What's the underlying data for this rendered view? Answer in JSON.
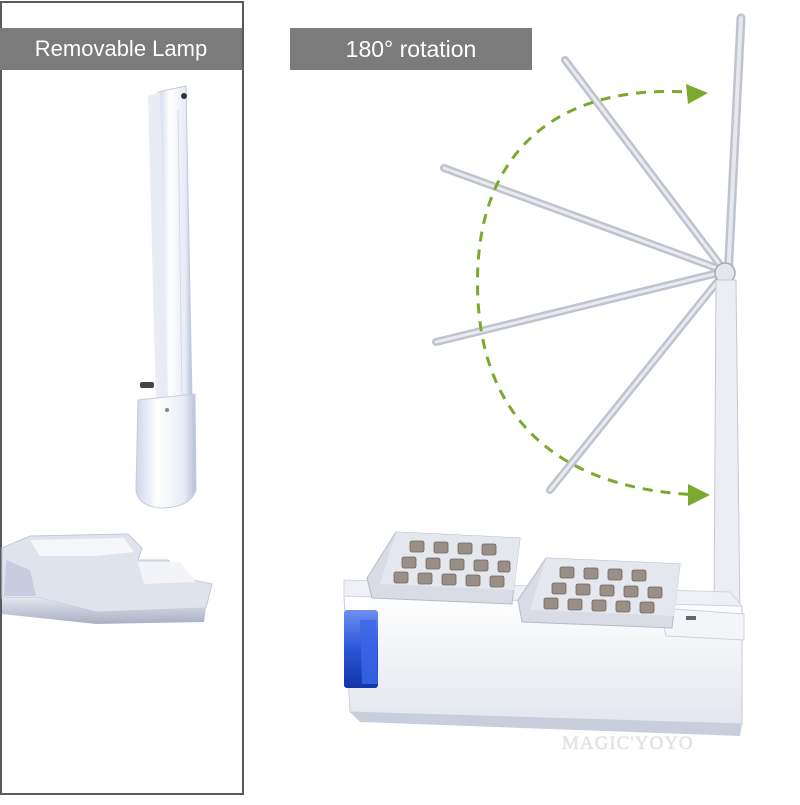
{
  "labels": {
    "left": "Removable Lamp",
    "right": "180° rotation"
  },
  "watermark": "MAGIC'YOYO",
  "colors": {
    "label_bg": "#7b7b7b",
    "label_text": "#ffffff",
    "arrow_green": "#7da82e",
    "reservoir_blue": "#2a55d8",
    "panel_border": "#5a5a5a"
  },
  "icons": [
    "curved-rotation-arrow",
    "lamp-arm",
    "planter-base",
    "seed-pod-tray"
  ]
}
